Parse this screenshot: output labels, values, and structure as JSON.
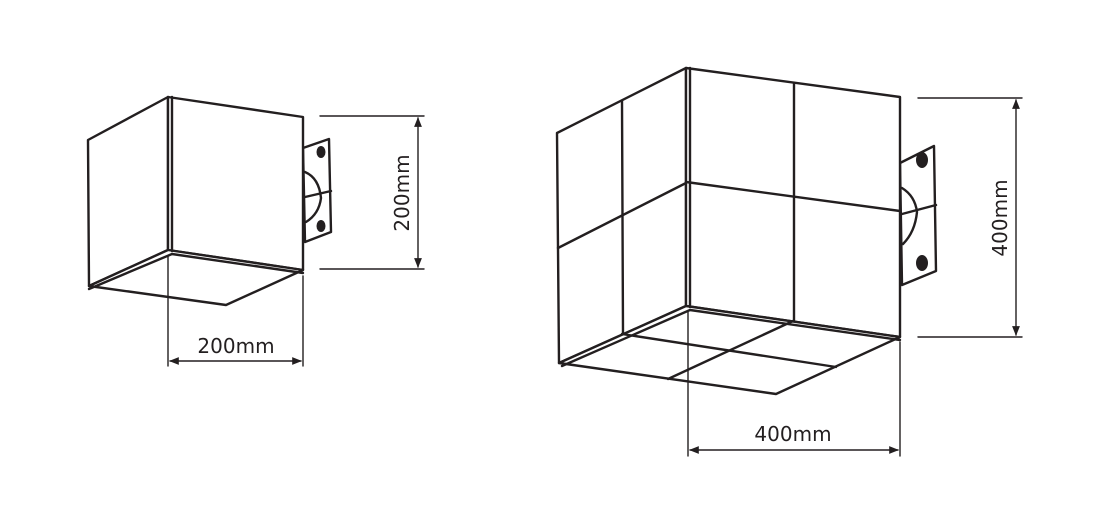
{
  "colors": {
    "stroke": "#231f20",
    "background": "#ffffff"
  },
  "small_cube": {
    "width_label": "200mm",
    "height_label": "200mm"
  },
  "large_cube": {
    "width_label": "400mm",
    "height_label": "400mm"
  }
}
